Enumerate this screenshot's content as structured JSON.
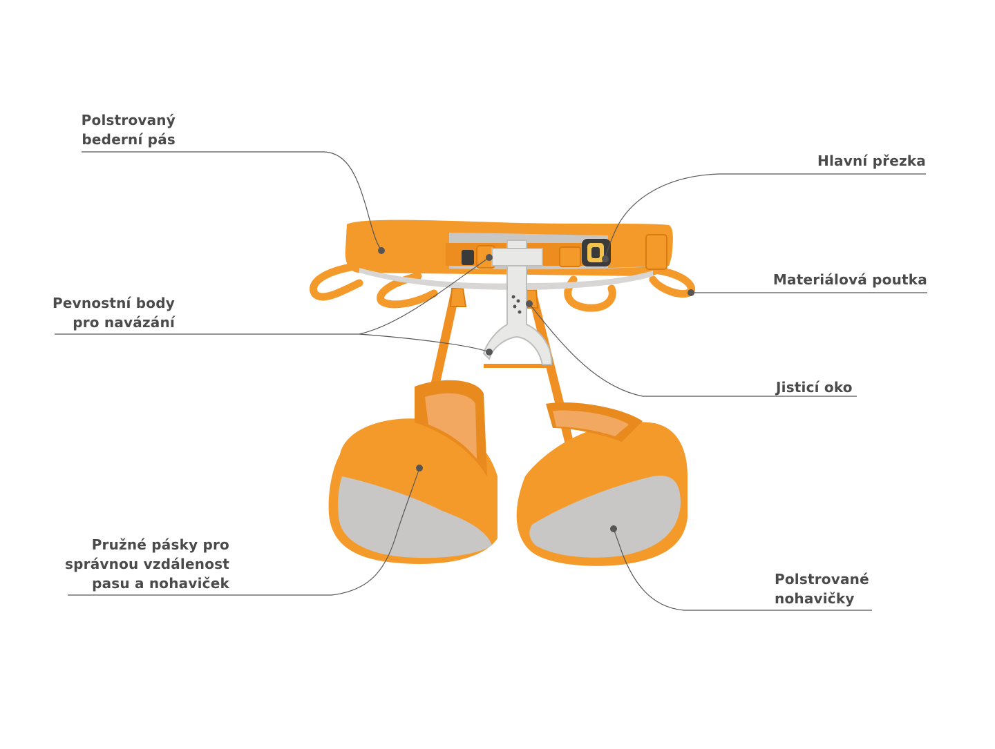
{
  "colors": {
    "orange": "#f39a2b",
    "orange_dark": "#e0801a",
    "grey_pad": "#c9c7c6",
    "grey_pad_light": "#d8d6d5",
    "belay_loop": "#e8e8e6",
    "line": "#555555",
    "text": "#4a4a4a"
  },
  "labels": {
    "waist_belt": [
      "Polstrovaný",
      "bederní pás"
    ],
    "main_buckle": [
      "Hlavní přezka"
    ],
    "gear_loops": [
      "Materiálová poutka"
    ],
    "tie_in_points": [
      "Pevnostní body",
      "pro navázání"
    ],
    "belay_loop": [
      "Jisticí oko"
    ],
    "elastic_straps": [
      "Pružné pásky pro",
      "správnou vzdálenost",
      "pasu a nohaviček"
    ],
    "leg_loops": [
      "Polstrované",
      "nohavičky"
    ]
  }
}
